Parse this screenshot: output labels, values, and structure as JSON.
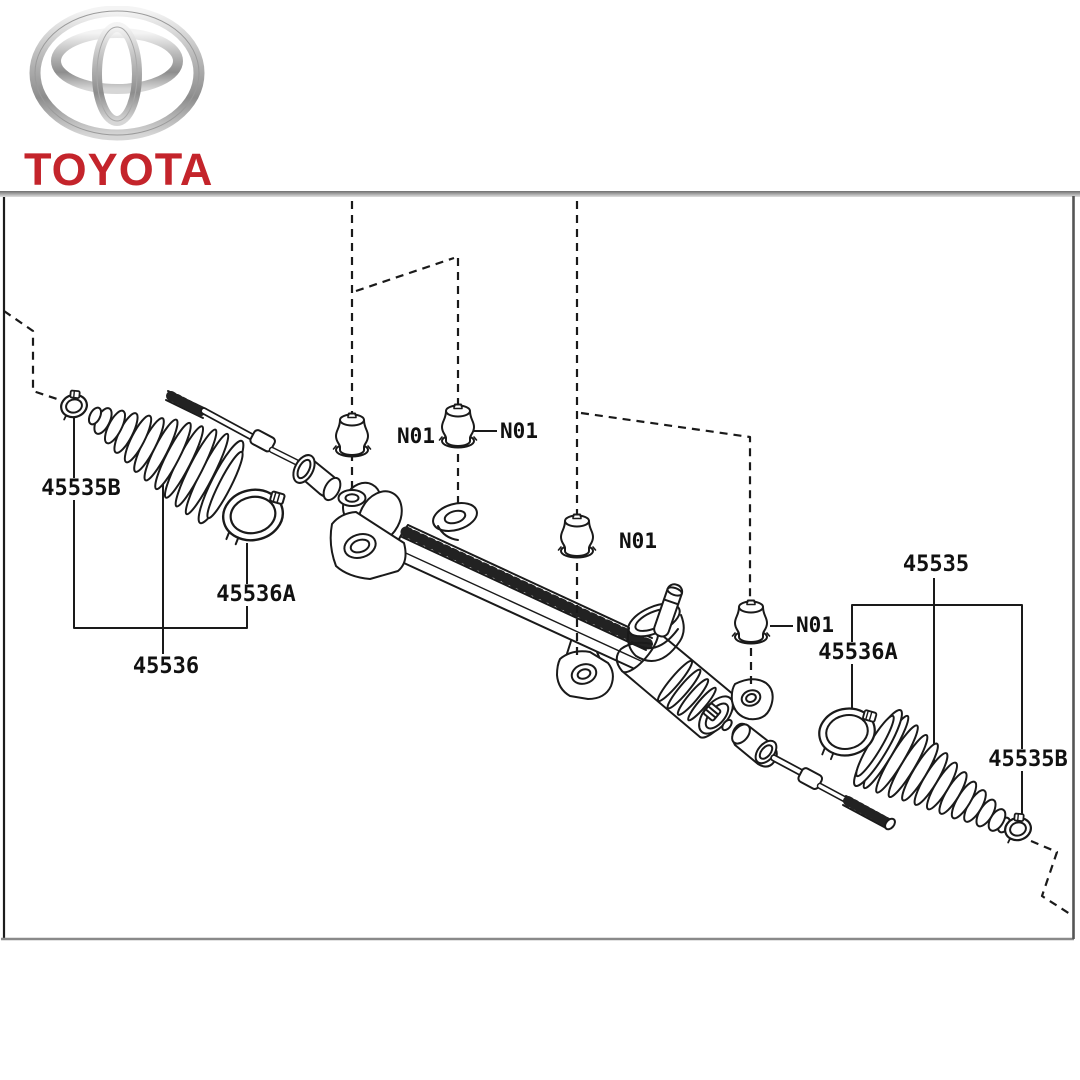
{
  "header": {
    "wordmark": "TOYOTA",
    "emblem_icon": "toyota-emblem"
  },
  "diagram": {
    "type": "exploded-parts-diagram",
    "subject": "steering rack and boot assembly",
    "labels": {
      "boot_clamp_left": "45535B",
      "rack_boot_clamp_left": "45536A",
      "rack_boot_left": "45536",
      "grommet_1": "N01",
      "grommet_2": "N01",
      "grommet_3": "N01",
      "grommet_4": "N01",
      "rack_boot_right": "45535",
      "rack_boot_clamp_right": "45536A",
      "boot_clamp_right": "45535B"
    },
    "colors": {
      "line": "#1a1a1a",
      "brand_red": "#c4242b",
      "frame_gray": "#8a8a8a",
      "emblem_silver": "#b9b9b9"
    }
  }
}
